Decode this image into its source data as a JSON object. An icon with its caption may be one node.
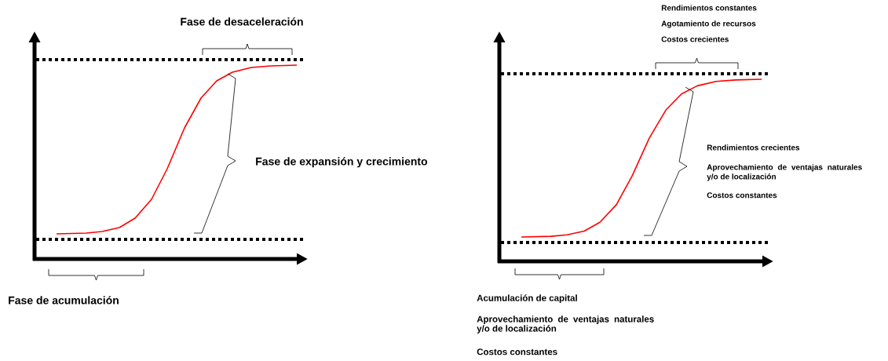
{
  "diagram": {
    "labels": [
      "Fase de desaceleración",
      "Fase de expansión y crecimiento",
      "Fase de acumulación",
      "Rendimientos constantes",
      "Agotamiento de recursos",
      "Costos crecientes",
      "Rendimientos crecientes",
      "Aprovechamiento de ventajas naturales y/o de localización",
      "Costos constantes",
      "Acumulación de capital",
      "Aprovechamiento de ventajas naturales y/o de localización",
      "Costos constantes"
    ]
  }
}
